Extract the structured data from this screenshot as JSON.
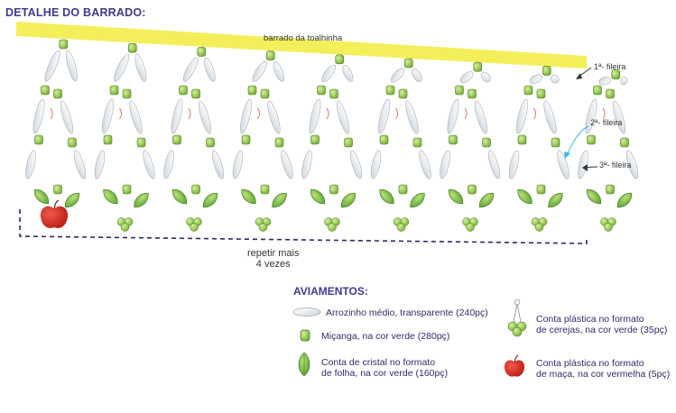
{
  "diagram": {
    "title": "DETALHE DO BARRADO:",
    "band_label": "barrado da toalhinha",
    "row_labels": [
      "1ª- fileira",
      "2ª- fileira",
      "3ª- fileira"
    ],
    "repeat_label_line1": "repetir mais",
    "repeat_label_line2": "4 vezes",
    "colors": {
      "band": "#f3ef5a",
      "green_bead": "#8fc63f",
      "leaf": "#6fb33a",
      "apple": "#d9261c",
      "dash": "#2d2a6b",
      "title": "#3d3a8f",
      "row_arrow_1": "#333333",
      "row_arrow_2": "#39b8e6",
      "row_arrow_3": "#333333"
    }
  },
  "legend": {
    "title": "AVIAMENTOS:",
    "items": [
      {
        "icon": "rice-bead-icon",
        "line1": "Arrozinho médio, transparente (240pç)",
        "line2": ""
      },
      {
        "icon": "green-bead-icon",
        "line1": "Miçanga, na cor verde (280pç)",
        "line2": ""
      },
      {
        "icon": "leaf-bead-icon",
        "line1": "Conta de cristal no formato",
        "line2": "de folha, na cor verde (160pç)"
      },
      {
        "icon": "cherry-bead-icon",
        "line1": "Conta plástica no formato",
        "line2": "de cerejas, na cor verde (35pç)"
      },
      {
        "icon": "apple-bead-icon",
        "line1": "Conta plástica no formato",
        "line2": "de maça, na cor vermelha (5pç)"
      }
    ]
  }
}
